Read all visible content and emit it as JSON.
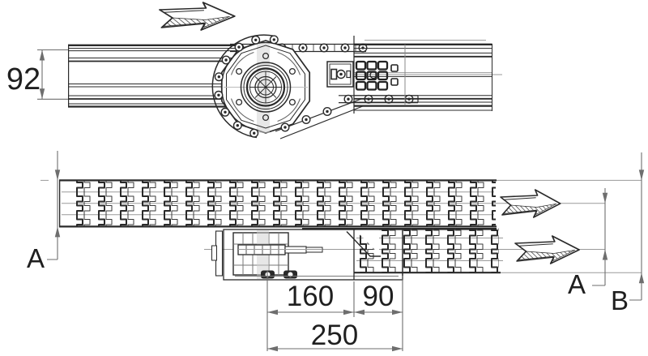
{
  "drawing": {
    "background": "#ffffff",
    "colors": {
      "line_dark": "#2a2a2a",
      "line_medium": "#555555",
      "line_dimension": "#6e6e6e",
      "line_centerline": "#9a9a9a"
    },
    "top_view": {
      "description": "conveyor wheel bend unit, top view",
      "flow_arrow_icon": "flow-direction-arrow-right",
      "dim_width": {
        "value": "92"
      }
    },
    "side_view": {
      "description": "conveyor transfer drive unit, side view",
      "flow_arrow_upper_icon": "flow-direction-arrow-right",
      "flow_arrow_lower_icon": "flow-direction-arrow-right",
      "dim_drive_length": {
        "value": "160"
      },
      "dim_transfer_length": {
        "value": "90"
      },
      "dim_total_length": {
        "value": "250"
      },
      "label_level_a_left": "A",
      "label_level_a_right": "A",
      "label_level_b": "B"
    }
  }
}
